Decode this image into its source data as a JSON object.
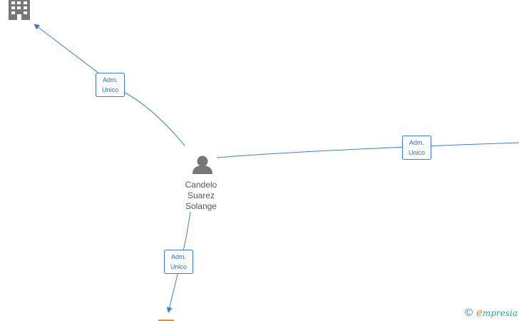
{
  "nodes": {
    "person": {
      "name_lines": [
        "Candelo",
        "Suarez",
        "Solange"
      ]
    }
  },
  "edges": [
    {
      "id": "edge-top-left",
      "label_line1": "Adm.",
      "label_line2": "Unico"
    },
    {
      "id": "edge-right",
      "label_line1": "Adm.",
      "label_line2": "Unico"
    },
    {
      "id": "edge-bottom",
      "label_line1": "Adm.",
      "label_line2": "Unico"
    }
  ],
  "colors": {
    "edge": "#3d7fd6",
    "node_icon": "#777777",
    "partial_node_accent": "#f08a1c",
    "brand_teal": "#2aa0a0",
    "brand_orange": "#f08a1c"
  },
  "icons": {
    "company": "building-icon",
    "person": "person-icon",
    "copyright": "copyright-icon"
  },
  "brand": {
    "copyright_symbol": "©",
    "initial": "e",
    "name_rest": "mpresia"
  }
}
